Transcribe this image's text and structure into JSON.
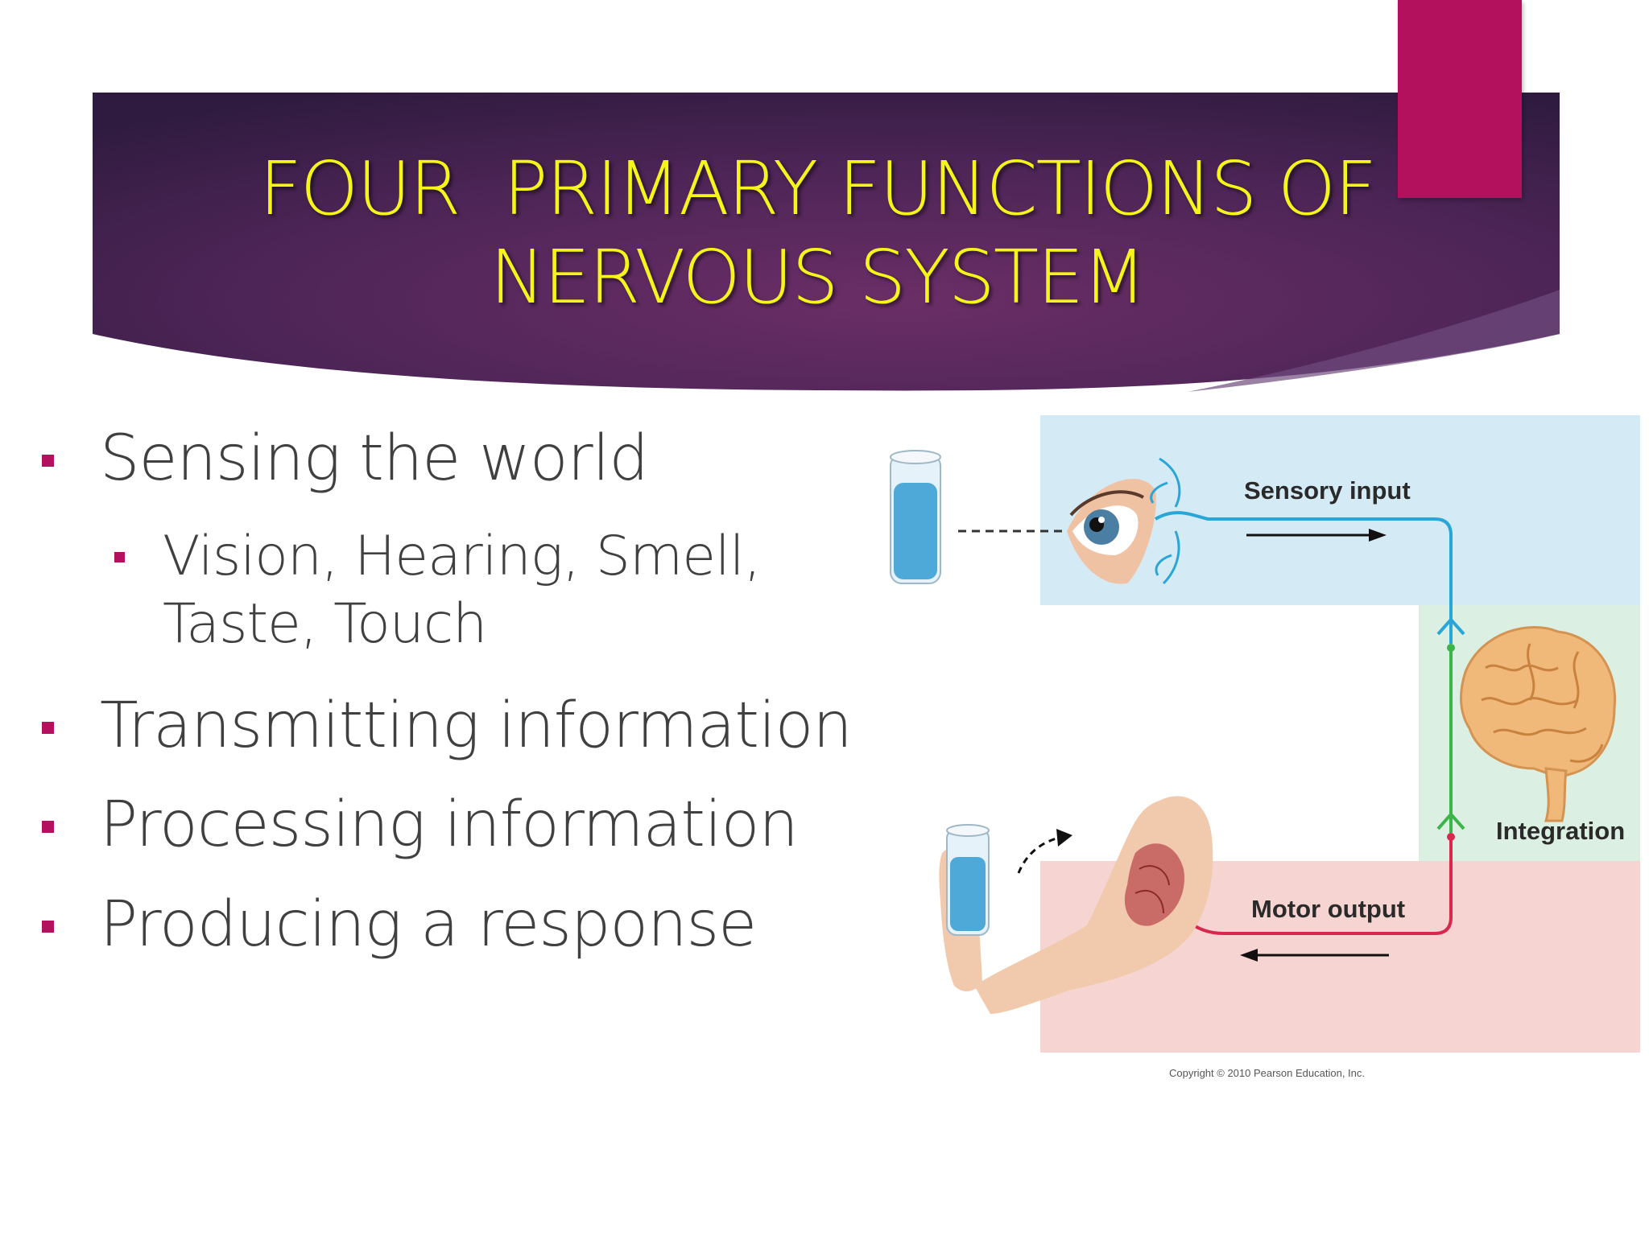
{
  "title": {
    "line1": "FOUR  PRIMARY FUNCTIONS OF",
    "line2": "NERVOUS SYSTEM"
  },
  "bullets": [
    {
      "text": "Sensing the world"
    },
    {
      "text": "Vision, Hearing, Smell,",
      "text2": "Taste, Touch"
    },
    {
      "text": "Transmitting information"
    },
    {
      "text": "Processing information"
    },
    {
      "text": "Producing a response"
    }
  ],
  "diagram": {
    "sensory_label": "Sensory input",
    "integration_label": "Integration",
    "motor_label": "Motor output",
    "copyright": "Copyright © 2010 Pearson Education, Inc."
  },
  "colors": {
    "title_text": "#f5f51a",
    "banner": "#4a2458",
    "accent": "#b3105d",
    "sensory_bg": "#d4eaf5",
    "integration_bg": "#dcefe3",
    "motor_bg": "#f5d4d2",
    "sensory_nerve": "#29a6d6",
    "integration_nerve": "#3cb44a",
    "motor_nerve": "#d8284e"
  }
}
